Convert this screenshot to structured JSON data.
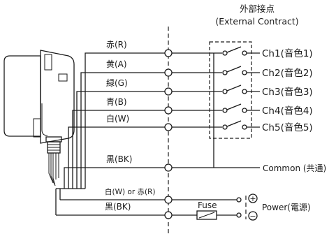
{
  "header": {
    "title_jp": "外部接点",
    "title_en": "(External Contract)"
  },
  "wires": {
    "red": "赤(R)",
    "yellow": "黄(A)",
    "green": "緑(G)",
    "blue": "青(B)",
    "white": "白(W)",
    "black": "黒(BK)",
    "power_plus_wire": "白(W) or 赤(R)",
    "power_minus_wire": "黒(BK)"
  },
  "channels": [
    "Ch1(音色1)",
    "Ch2(音色2)",
    "Ch3(音色3)",
    "Ch4(音色4)",
    "Ch5(音色5)"
  ],
  "common_label": "Common (共通)",
  "fuse_label": "Fuse",
  "power_label": "Power(電源)",
  "plus_symbol": "+",
  "minus_symbol": "−"
}
